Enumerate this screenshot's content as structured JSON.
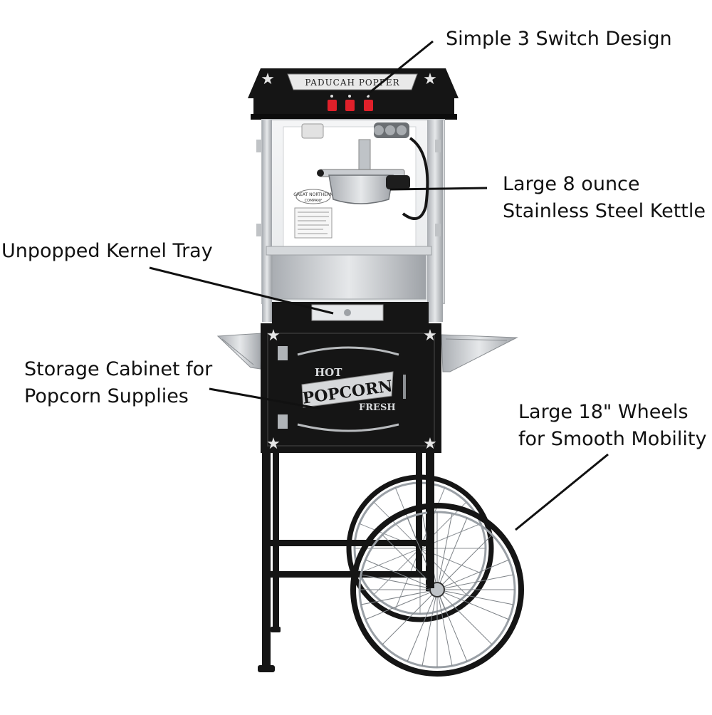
{
  "machine": {
    "brand_sign": "PADUCAH POPPER",
    "maker_badge": [
      "GREAT NORTHERN",
      "COMPANY"
    ],
    "cabinet_emblem": {
      "top": "HOT",
      "middle": "POPCORN",
      "bottom": "FRESH"
    }
  },
  "callouts": [
    {
      "lines": [
        "Simple 3 Switch Design"
      ]
    },
    {
      "lines": [
        "Large 8 ounce",
        "Stainless Steel Kettle"
      ]
    },
    {
      "lines": [
        "Unpopped Kernel Tray"
      ]
    },
    {
      "lines": [
        "Storage Cabinet for",
        "Popcorn Supplies"
      ]
    },
    {
      "lines": [
        "Large 18\" Wheels",
        "for Smooth Mobility"
      ]
    }
  ],
  "colors": {
    "cabinet_black": "#111111",
    "stainless": "#c9ccd0",
    "switch_red": "#e0202a",
    "leader_line": "#111111"
  }
}
